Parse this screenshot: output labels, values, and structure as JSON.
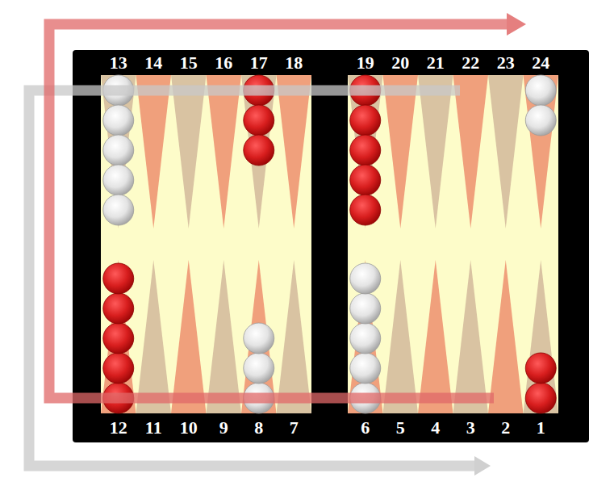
{
  "diagram": {
    "labels": [
      "13",
      "14",
      "15",
      "16",
      "17",
      "18",
      "19",
      "20",
      "21",
      "22",
      "23",
      "24",
      "12",
      "11",
      "10",
      "9",
      "8",
      "7",
      "6",
      "5",
      "4",
      "3",
      "2",
      "1"
    ]
  }
}
